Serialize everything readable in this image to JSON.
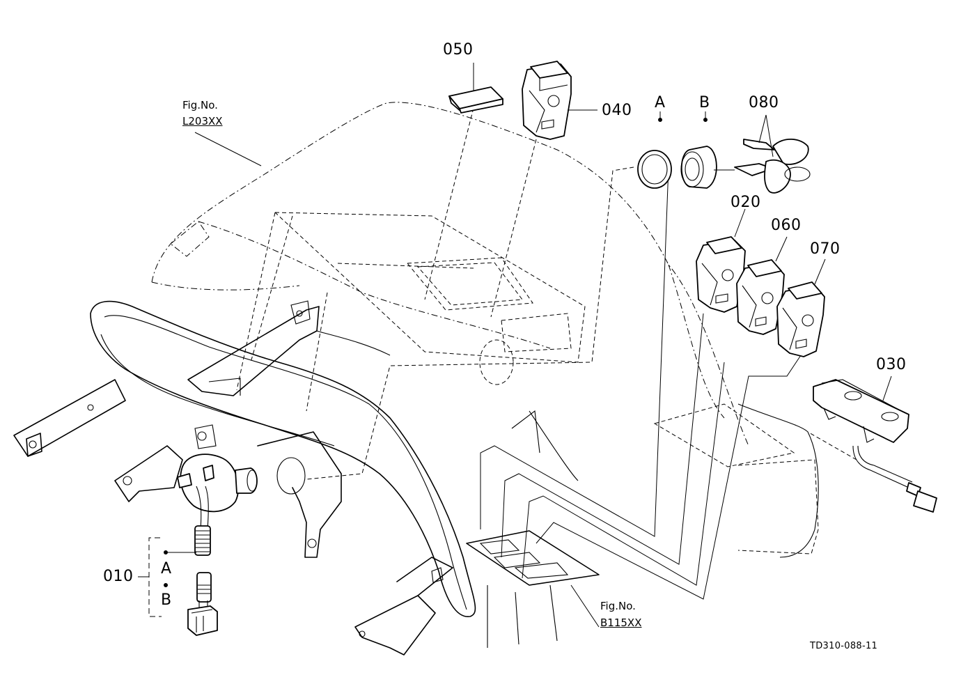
{
  "figure_refs": [
    {
      "line1": "Fig.No.",
      "line2": "L203XX"
    },
    {
      "line1": "Fig.No.",
      "line2": "B115XX"
    }
  ],
  "part_labels": {
    "p050": "050",
    "p040": "040",
    "pA": "A",
    "pB": "B",
    "p080": "080",
    "p020": "020",
    "p060": "060",
    "p070": "070",
    "p030": "030",
    "p010": "010",
    "p010_a": "A",
    "p010_b": "B"
  },
  "drawing_code": "TD310-088-11"
}
